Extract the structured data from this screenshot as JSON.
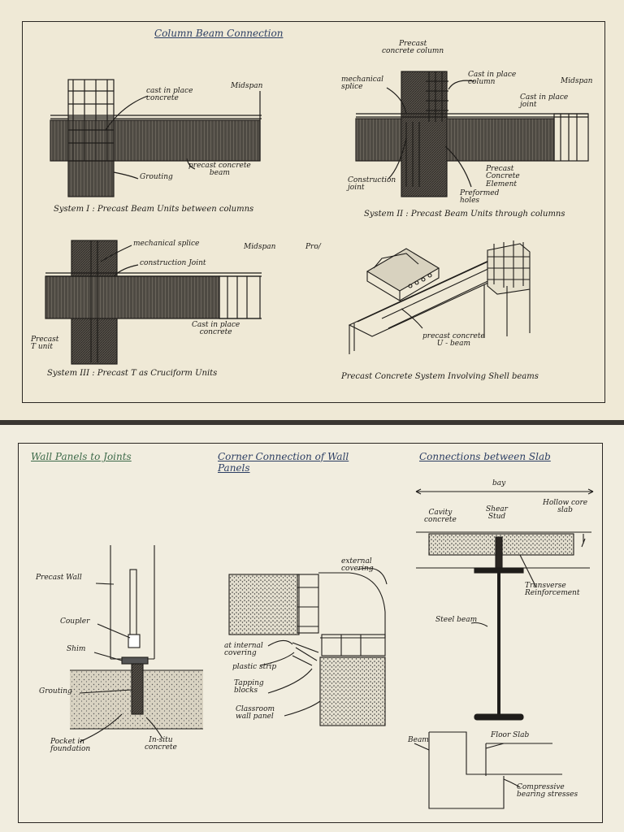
{
  "sheet1": {
    "title": "Column Beam Connection",
    "system1": {
      "caption": "System I : Precast Beam Units between columns",
      "labels": {
        "cast_in_place": "cast in place\nconcrete",
        "midspan": "Midspan",
        "grouting": "Grouting",
        "precast_beam": "precast concrete\nbeam"
      }
    },
    "system2": {
      "caption": "System II : Precast Beam Units through columns",
      "labels": {
        "precast_column": "Precast\nconcrete column",
        "mechanical_splice": "mechanical\nsplice",
        "cast_in_place_column": "Cast in place\ncolumn",
        "midspan": "Midspan",
        "cast_in_place_joint": "Cast in place\njoint",
        "construction_joint": "Construction\njoint",
        "precast_element": "Precast\nConcrete\nElement",
        "preformed_holes": "Preformed\nholes"
      }
    },
    "system3": {
      "caption": "System III : Precast T as Cruciform Units",
      "labels": {
        "mechanical_splice": "mechanical splice",
        "construction_joint": "construction Joint",
        "midspan": "Midspan",
        "pro": "Pro/",
        "cast_in_place": "Cast in place\nconcrete",
        "precast_t_unit": "Precast\nT unit"
      }
    },
    "shell": {
      "caption": "Precast Concrete System Involving Shell beams",
      "labels": {
        "u_beam": "precast concrete\nU - beam"
      }
    }
  },
  "sheet2": {
    "wall_panels": {
      "title": "Wall Panels to Joints",
      "labels": {
        "precast_wall": "Precast Wall",
        "coupler": "Coupler",
        "shim": "Shim",
        "grouting": "Grouting",
        "pocket": "Pocket in\nfoundation",
        "in_situ": "In-situ\nconcrete"
      }
    },
    "corner": {
      "title": "Corner Connection of Wall Panels",
      "labels": {
        "external_covering": "external\ncovering",
        "internal_covering": "at internal\ncovering",
        "plastic_strip": "plastic strip",
        "tapping_blocks": "Tapping\nblocks",
        "classroom_panel": "Classroom\nwall panel"
      }
    },
    "slab": {
      "title": "Connections between Slab",
      "labels": {
        "bay": "bay",
        "cavity_concrete": "Cavity\nconcrete",
        "shear_stud": "Shear\nStud",
        "hollow_core_slab": "Hollow core\nslab",
        "transverse": "Transverse\nReinforcement",
        "steel_beam": "Steel beam",
        "beam": "Beam",
        "floor_slab": "Floor Slab",
        "compressive": "Compressive\nbearing stresses"
      }
    }
  }
}
